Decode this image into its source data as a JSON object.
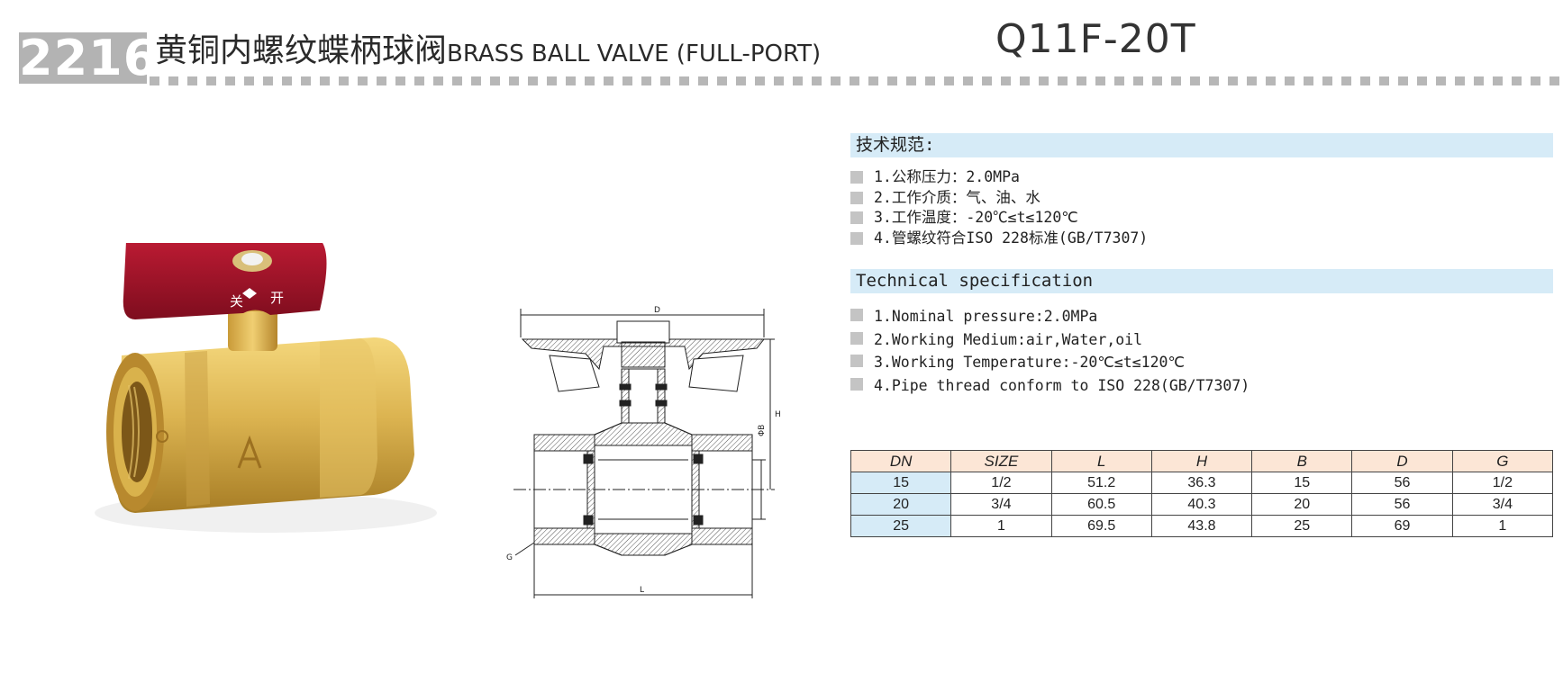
{
  "header": {
    "code": "2216",
    "title_cn": "黄铜内螺纹蝶柄球阀",
    "title_en": "BRASS BALL VALVE (FULL-PORT)",
    "model": "Q11F-20T"
  },
  "specs_cn": {
    "heading": "技术规范:",
    "items": [
      {
        "text": "1.公称压力：2.0MPa"
      },
      {
        "text": "2.工作介质：气、油、水"
      },
      {
        "text": "3.工作温度：-20℃≤t≤120℃"
      },
      {
        "text": "4.管螺纹符合ISO 228标准(GB/T7307)"
      }
    ]
  },
  "specs_en": {
    "heading": "Technical specification",
    "items": [
      {
        "text": "1.Nominal pressure:2.0MPa"
      },
      {
        "text": "2.Working Medium:air,Water,oil"
      },
      {
        "text": "3.Working Temperature:-20℃≤t≤120℃"
      },
      {
        "text": "4.Pipe thread conform to ISO 228(GB/T7307)"
      }
    ]
  },
  "table": {
    "headers": [
      "DN",
      "SIZE",
      "L",
      "H",
      "B",
      "D",
      "G"
    ],
    "rows": [
      [
        "15",
        "1/2",
        "51.2",
        "36.3",
        "15",
        "56",
        "1/2"
      ],
      [
        "20",
        "3/4",
        "60.5",
        "40.3",
        "20",
        "56",
        "3/4"
      ],
      [
        "25",
        "1",
        "69.5",
        "43.8",
        "25",
        "69",
        "1"
      ]
    ]
  },
  "photo": {
    "handle_marks": {
      "close": "关",
      "open": "开"
    },
    "icon": "brass-ball-valve-photo"
  },
  "drawing": {
    "labels": {
      "D": "D",
      "H": "H",
      "B": "ΦB",
      "L": "L",
      "G": "G"
    },
    "icon": "valve-cross-section-drawing"
  },
  "colors": {
    "header_block": "#b3b3b3",
    "section_bar": "#d6ebf7",
    "table_header": "#fce6d6",
    "dn_column": "#d6ebf7",
    "handle_red": "#a3142a",
    "brass": "#d9b24c"
  }
}
